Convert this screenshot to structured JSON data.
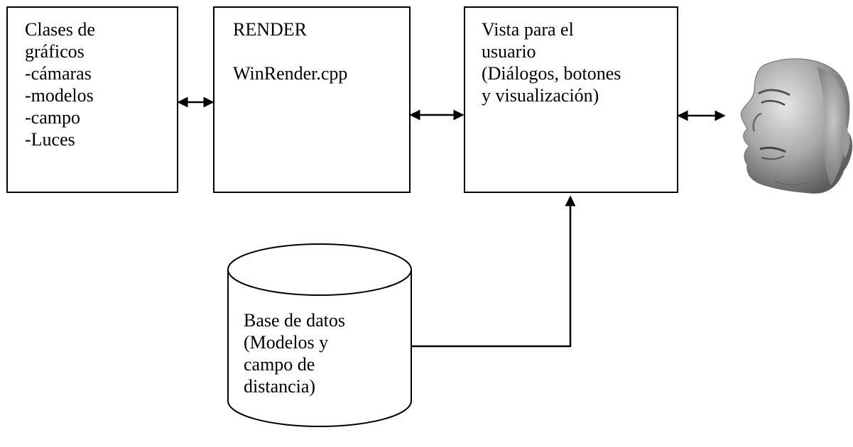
{
  "diagram": {
    "graphics_classes": {
      "lines": [
        "Clases de",
        "gráficos",
        "-cámaras",
        "-modelos",
        "-campo",
        "-Luces"
      ]
    },
    "render": {
      "lines": [
        "RENDER",
        "",
        "WinRender.cpp"
      ]
    },
    "user_view": {
      "lines": [
        "Vista para el",
        "usuario",
        "(Diálogos, botones",
        "y visualización)"
      ]
    },
    "database": {
      "lines": [
        "Base de datos",
        "(Modelos y",
        "campo de",
        "distancia)"
      ]
    },
    "face_image": {
      "icon": "3d-face-model-icon"
    },
    "colors": {
      "stroke": "#000000",
      "background": "#ffffff"
    }
  }
}
